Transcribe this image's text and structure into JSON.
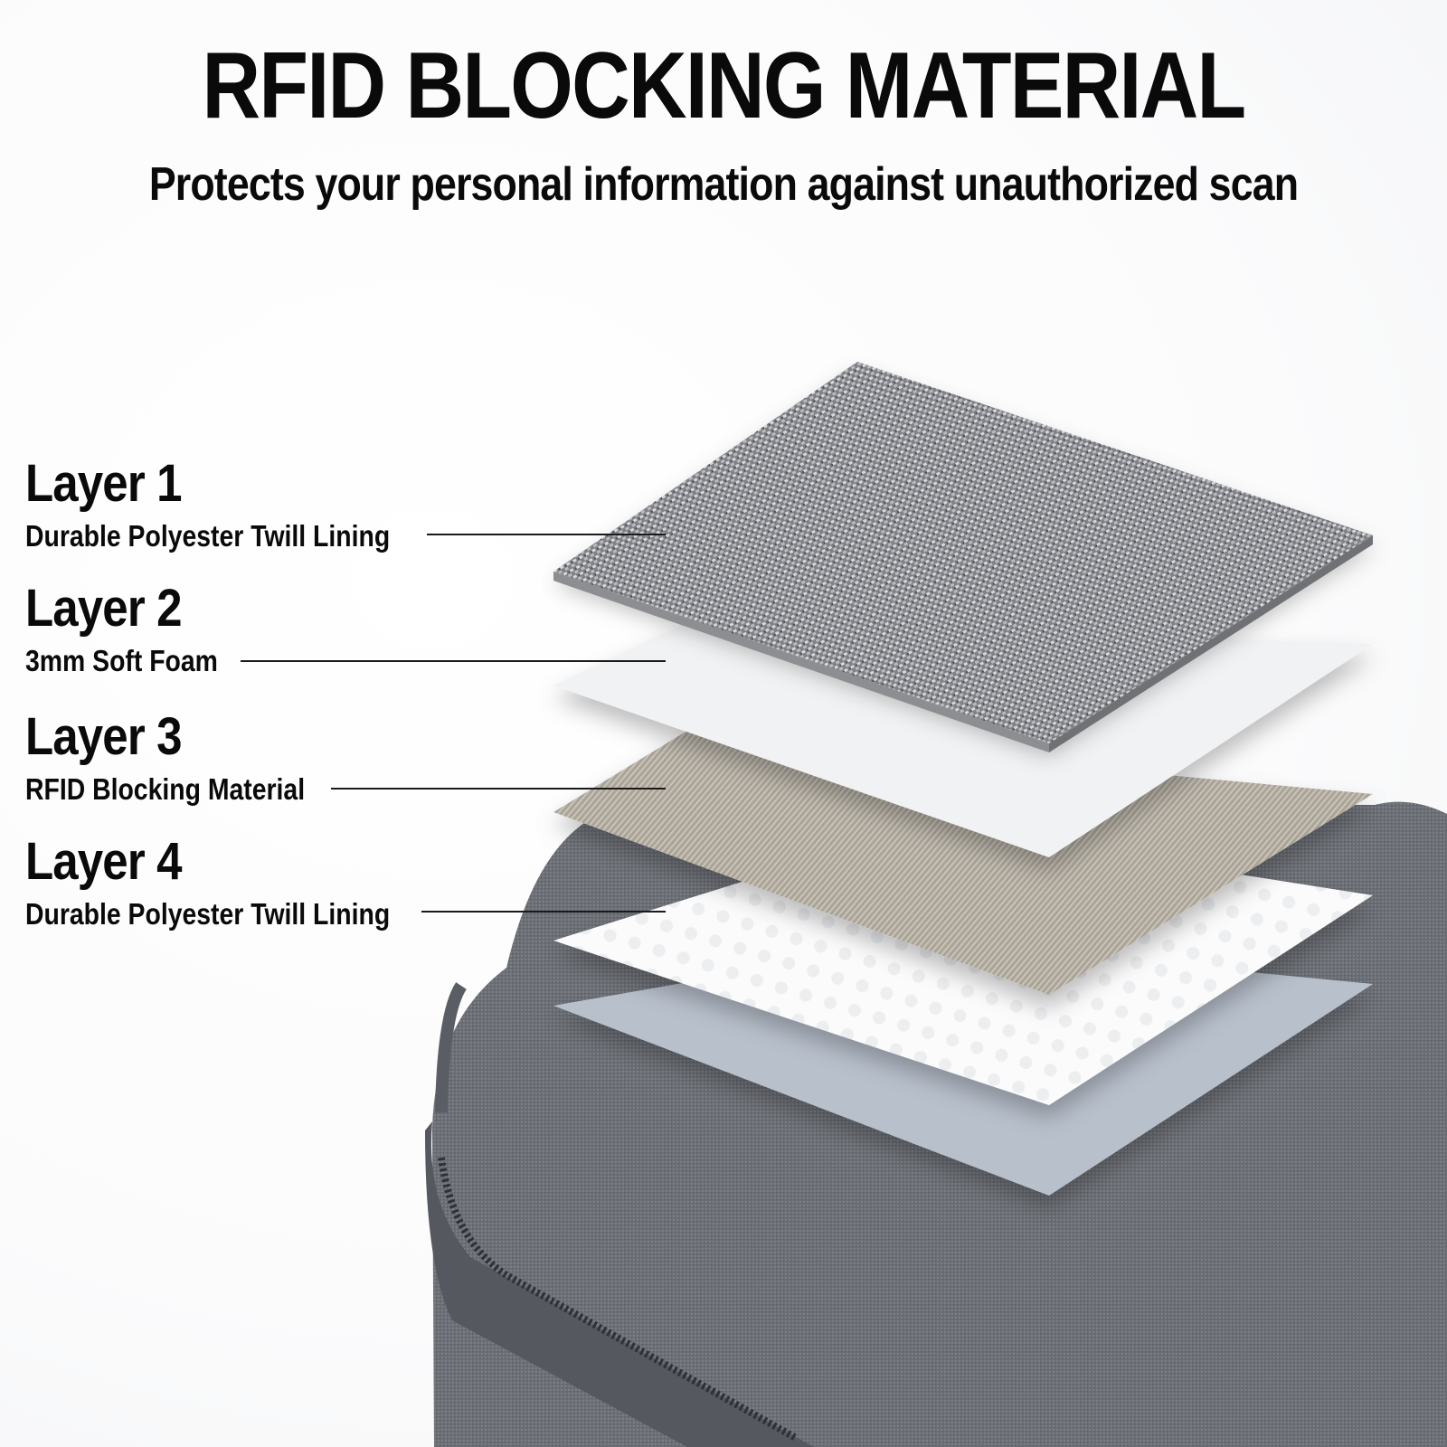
{
  "header": {
    "title": "RFID BLOCKING MATERIAL",
    "subtitle": "Protects your personal information against unauthorized scan"
  },
  "layers": [
    {
      "heading": "Layer 1",
      "description": "Durable Polyester Twill Lining",
      "swatch_color": "#8a8c90"
    },
    {
      "heading": "Layer 2",
      "description": "3mm Soft Foam",
      "swatch_color": "#f1f2f3"
    },
    {
      "heading": "Layer 3",
      "description": "RFID Blocking Material",
      "swatch_color": "#b3aca1"
    },
    {
      "heading": "Layer 4",
      "description": "Durable Polyester Twill Lining",
      "swatch_color": "#f7f7f8"
    }
  ],
  "colors": {
    "bag_fabric": "#6b6e74",
    "bag_zipper": "#4b4e54",
    "inner_lining": "#b8c0cc",
    "text": "#0a0a0a"
  }
}
